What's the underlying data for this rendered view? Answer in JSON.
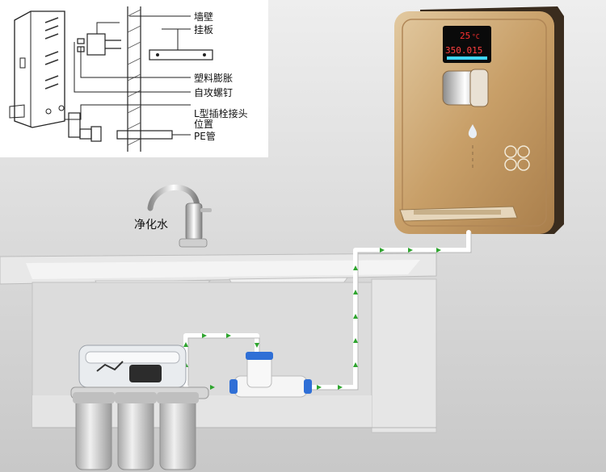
{
  "inset": {
    "labels": {
      "wall": "墙壁",
      "hanging_plate": "挂板",
      "plastic_anchor": "塑料膨胀",
      "self_tapping_screw": "自攻螺钉",
      "l_fitting": "L型插栓接头",
      "position": "位置",
      "pe_pipe": "PE管"
    }
  },
  "main": {
    "faucet_label": "净化水"
  },
  "dispenser": {
    "display_top": "25",
    "display_unit": "°C",
    "display_bottom": "350.015"
  },
  "icons": [
    "water-drop-icon",
    "touch-button-icon",
    "flow-arrow-icon"
  ],
  "colors": {
    "pipe_arrow": "#2fa52f",
    "dispenser_gold": "#c9a26d",
    "display_red": "#ff3030",
    "display_cyan": "#3fd7ff"
  }
}
